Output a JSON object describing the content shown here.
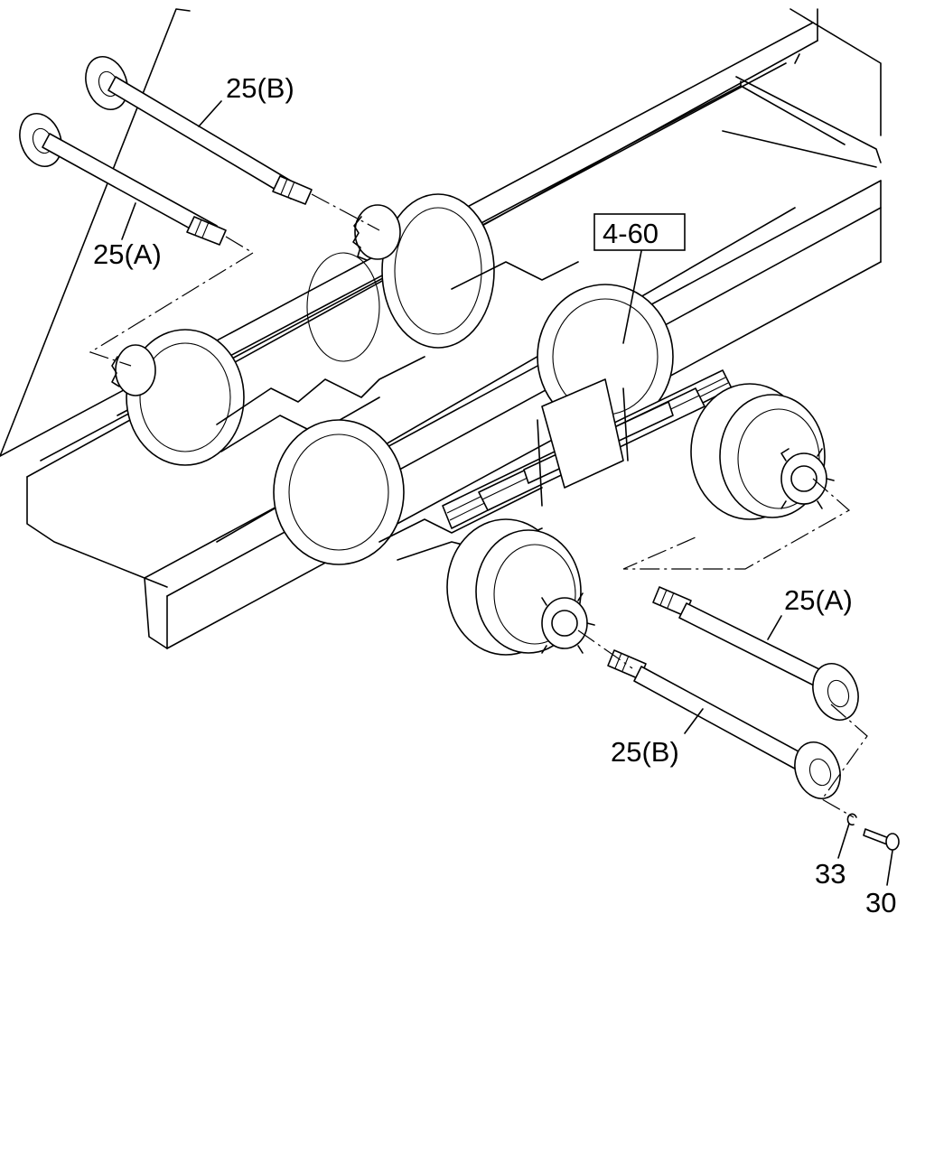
{
  "diagram": {
    "callouts": {
      "shaft_b_top": "25(B)",
      "shaft_a_top": "25(A)",
      "ref_box": "4-60",
      "shaft_a_bottom": "25(A)",
      "shaft_b_bottom": "25(B)",
      "washer": "33",
      "bolt": "30"
    },
    "colors": {
      "line": "#000000",
      "background": "#ffffff"
    }
  }
}
